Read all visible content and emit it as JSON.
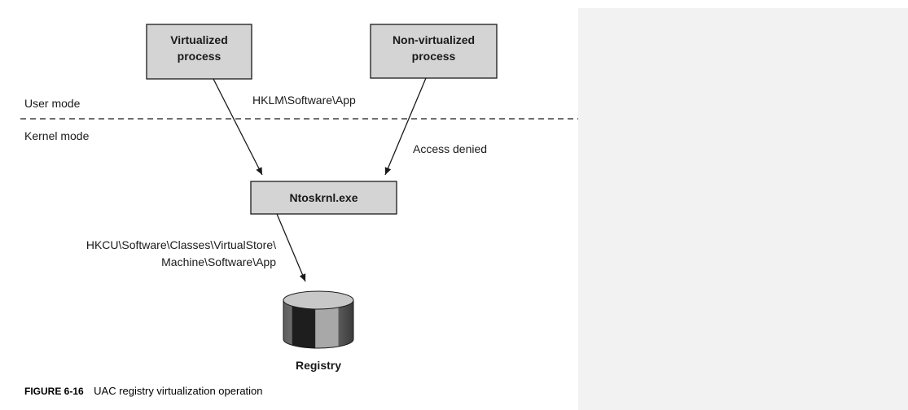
{
  "diagram": {
    "boxes": {
      "virtualized": [
        "Virtualized",
        "process"
      ],
      "nonvirtualized": [
        "Non-virtualized",
        "process"
      ],
      "ntoskrnl": "Ntoskrnl.exe"
    },
    "modes": {
      "user": "User mode",
      "kernel": "Kernel mode"
    },
    "labels": {
      "hklm": "HKLM\\Software\\App",
      "access_denied": "Access denied",
      "hkcu_line1": "HKCU\\Software\\Classes\\VirtualStore\\",
      "hkcu_line2": "Machine\\Software\\App"
    },
    "registry_label": "Registry",
    "colors": {
      "box_fill": "#d4d4d4",
      "side_panel": "#f2f2f2"
    }
  },
  "caption": {
    "figure_number": "FIGURE 6-16",
    "text": "UAC registry virtualization operation"
  }
}
